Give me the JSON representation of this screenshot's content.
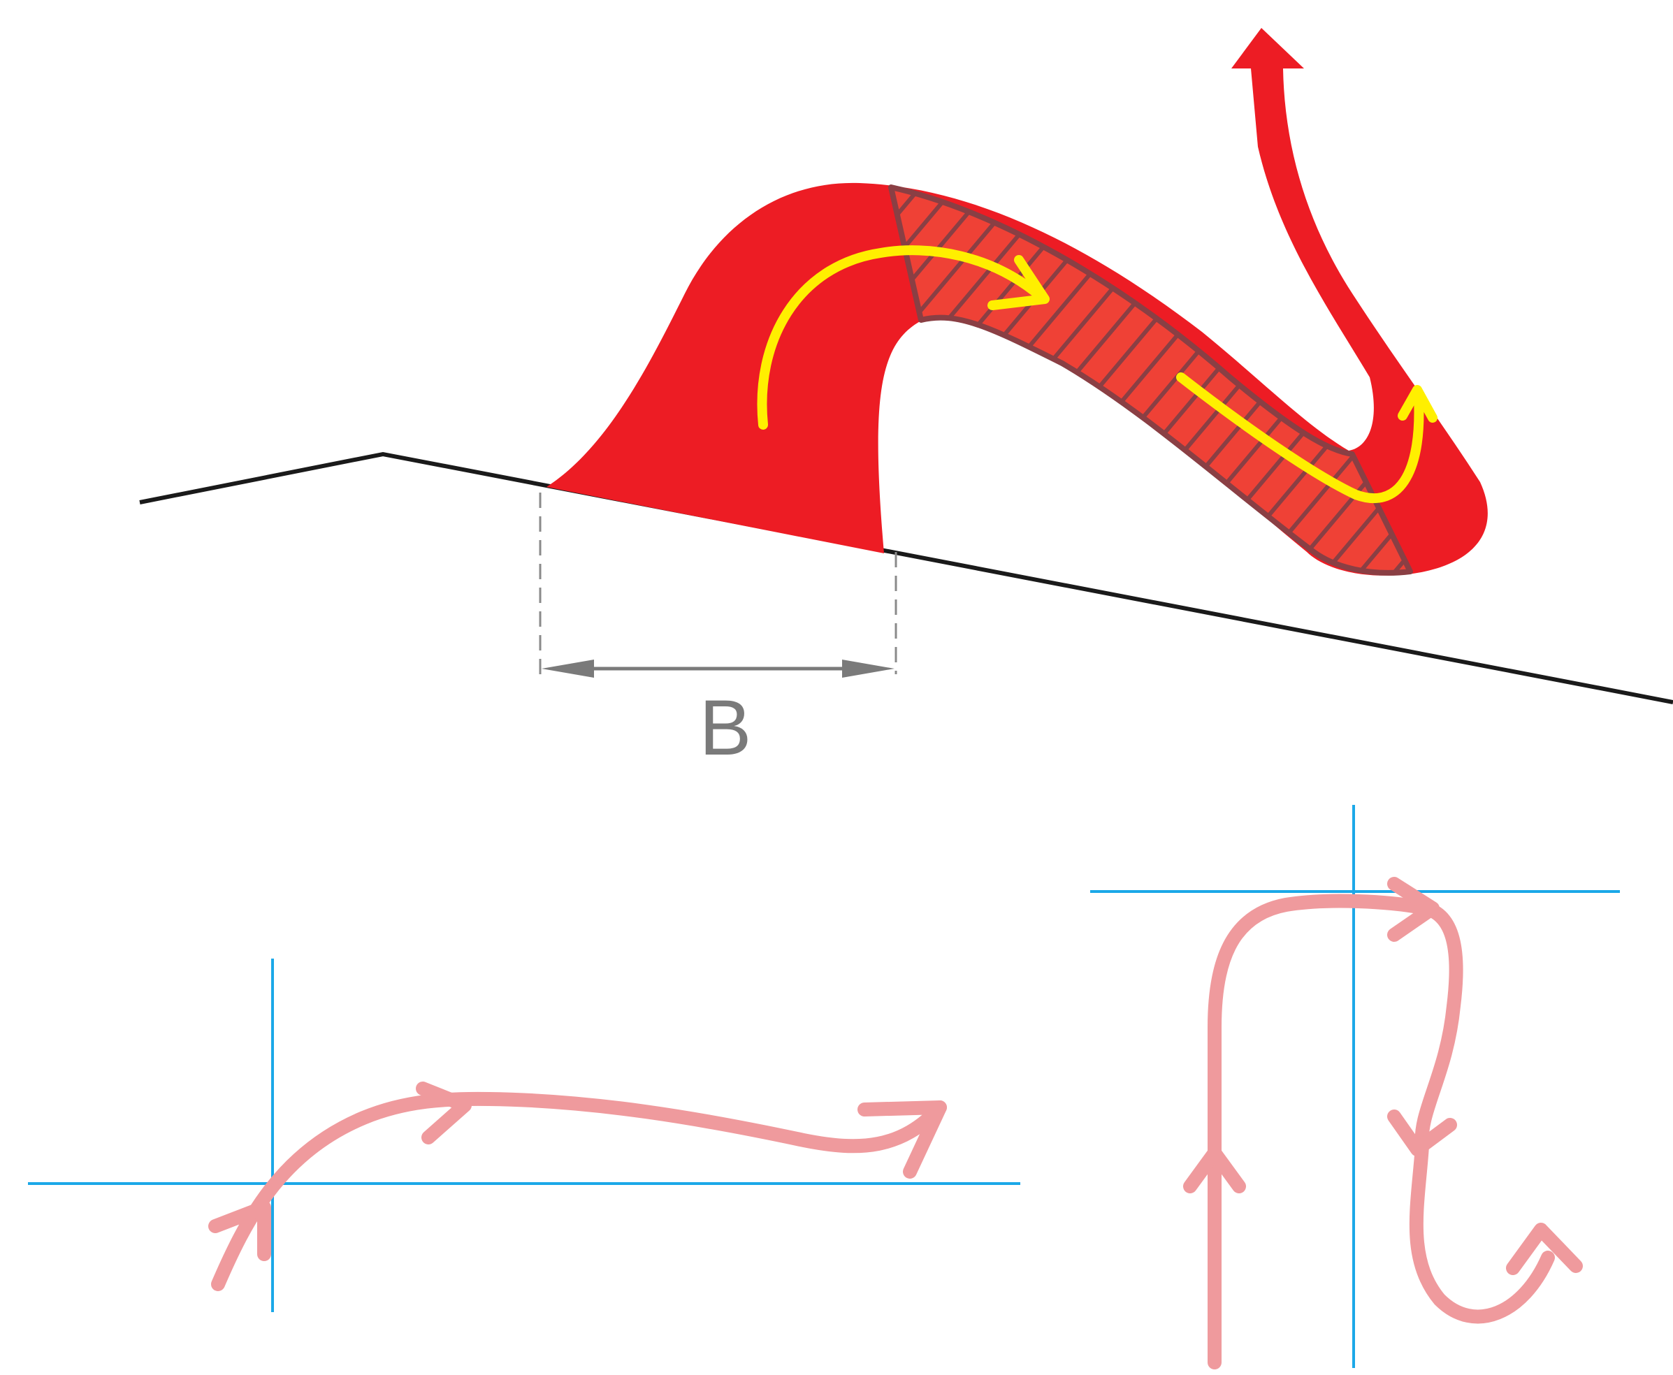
{
  "diagram": {
    "dimension_label": "B",
    "colors": {
      "background": "#ffffff",
      "ground_line": "#1a1a1a",
      "plume_fill": "#ed1c24",
      "hatched_fill": "#ef4136",
      "hatch_stroke": "#8a3f44",
      "flow_arrow": "#ffef00",
      "dimension": "#7a7a7a",
      "trajectory": "#ef9a9d",
      "reference_axis": "#1ba8e8"
    },
    "elements": {
      "ground": "sloped-terrain-line",
      "plume": "red-rising-plume-with-hatched-band",
      "flow": "yellow-flow-arrows",
      "width_dimension": "source-width-dimension",
      "trajectory_left": "shallow-trajectory-with-axes",
      "trajectory_right": "looping-trajectory-with-axes"
    }
  }
}
